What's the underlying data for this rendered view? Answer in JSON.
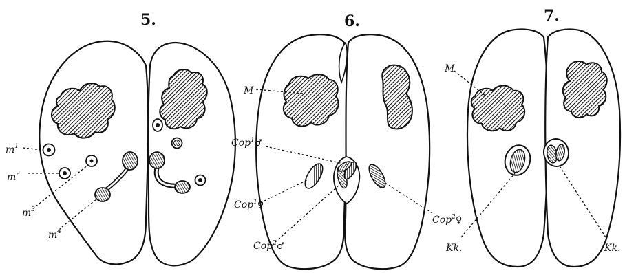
{
  "figures": [
    {
      "number": "5.",
      "labels": {
        "m1": {
          "base": "m",
          "sup": "1"
        },
        "m2": {
          "base": "m",
          "sup": "2"
        },
        "m3": {
          "base": "m",
          "sup": "3"
        },
        "m4": {
          "base": "m",
          "sup": "4"
        }
      }
    },
    {
      "number": "6.",
      "labels": {
        "M": "M",
        "cop1_male": {
          "base": "Cop",
          "sup": "1",
          "sym": "♂"
        },
        "cop1_female": {
          "base": "Cop",
          "sup": "1",
          "sym": "♀"
        },
        "cop2_male": {
          "base": "Cop",
          "sup": "2",
          "sym": "♂"
        },
        "cop2_female": {
          "base": "Cop",
          "sup": "2",
          "sym": "♀"
        }
      }
    },
    {
      "number": "7.",
      "labels": {
        "M": "M",
        "kk_left": "Kk.",
        "kk_right": "Kk."
      }
    }
  ]
}
